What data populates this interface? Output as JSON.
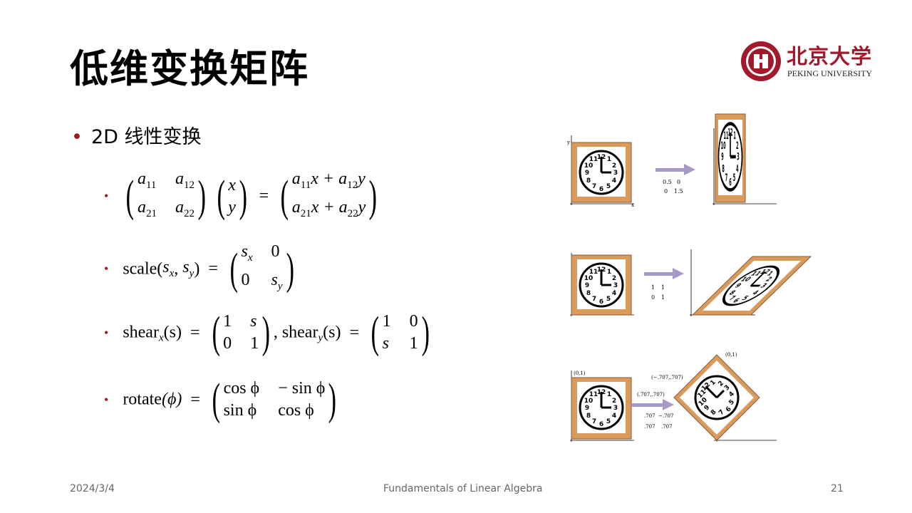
{
  "slide": {
    "title": "低维变换矩阵",
    "bullet_main": "2D 线性变换",
    "eq1": {
      "a11": "a",
      "s11": "11",
      "a12": "a",
      "s12": "12",
      "a21": "a",
      "s21": "21",
      "a22": "a",
      "s22": "22",
      "x": "x",
      "y": "y",
      "eq": "=",
      "r1a": "a",
      "r1as": "11",
      "r1x": "x + ",
      "r1b": "a",
      "r1bs": "12",
      "r1y": "y",
      "r2a": "a",
      "r2as": "21",
      "r2x": "x + ",
      "r2b": "a",
      "r2bs": "22",
      "r2y": "y"
    },
    "eq2": {
      "fn": "scale",
      "args_open": "(",
      "sx": "s",
      "sxs": "x",
      "comma": ", ",
      "sy": "s",
      "sys": "y",
      "args_close": ")",
      "eq": "=",
      "m11": "s",
      "m11s": "x",
      "m12": "0",
      "m21": "0",
      "m22": "s",
      "m22s": "y"
    },
    "eq3": {
      "fn1": "shear",
      "fn1s": "x",
      "arg1": "(s)",
      "eq": "=",
      "a11": "1",
      "a12": "s",
      "a21": "0",
      "a22": "1",
      "sep": ", ",
      "fn2": "shear",
      "fn2s": "y",
      "arg2": "(s)",
      "b11": "1",
      "b12": "0",
      "b21": "s",
      "b22": "1"
    },
    "eq4": {
      "fn": "rotate",
      "arg": "(ϕ)",
      "eq": "=",
      "m11": "cos ϕ",
      "m12": "− sin ϕ",
      "m21": "sin ϕ",
      "m22": "cos ϕ"
    },
    "logo": {
      "cn": "北京大学",
      "en": "PEKING UNIVERSITY",
      "color": "#a3192c"
    },
    "figures": {
      "axis_x": "x",
      "axis_y": "y",
      "scale_matrix": [
        "0.5",
        "0",
        "0",
        "1.5"
      ],
      "shear_matrix": [
        "1",
        "1",
        "0",
        "1"
      ],
      "rotate_matrix": [
        ".707",
        "−.707",
        ".707",
        ".707"
      ],
      "rotate_labels": {
        "p01": "(0,1)",
        "p1": "(.707,.707)",
        "p2": "(−.707,.707)",
        "p3": "(0,1)"
      },
      "frame_color": "#d99a5b",
      "arrow_color": "#a79ac9"
    },
    "footer": {
      "date": "2024/3/4",
      "course": "Fundamentals of Linear Algebra",
      "page": "21"
    }
  }
}
